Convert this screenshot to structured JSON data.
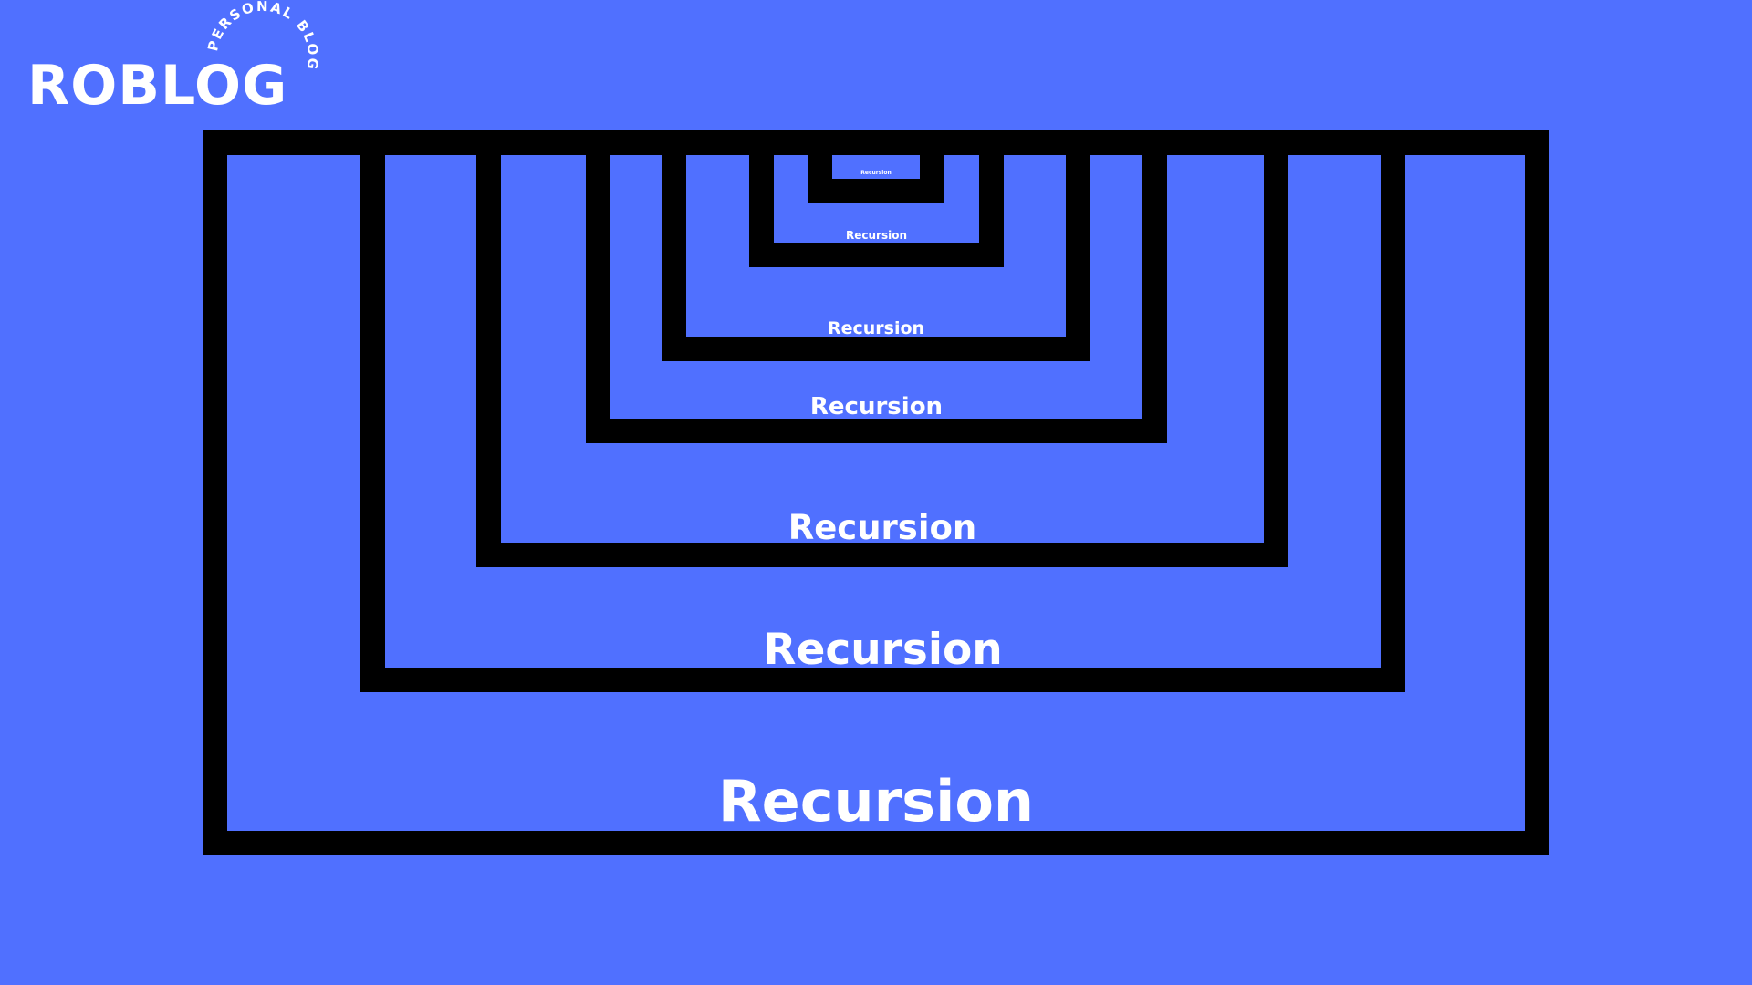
{
  "logo": {
    "wordmark": "ROBLOG",
    "tagline": "PERSONAL BLOG"
  },
  "diagram": {
    "box_color": "#000000",
    "background_color": "#5070ff",
    "label_color": "#ffffff",
    "levels": [
      {
        "label": "Recursion"
      },
      {
        "label": "Recursion"
      },
      {
        "label": "Recursion"
      },
      {
        "label": "Recursion"
      },
      {
        "label": "Recursion"
      },
      {
        "label": "Recursion"
      },
      {
        "label": "Recursion"
      }
    ]
  }
}
